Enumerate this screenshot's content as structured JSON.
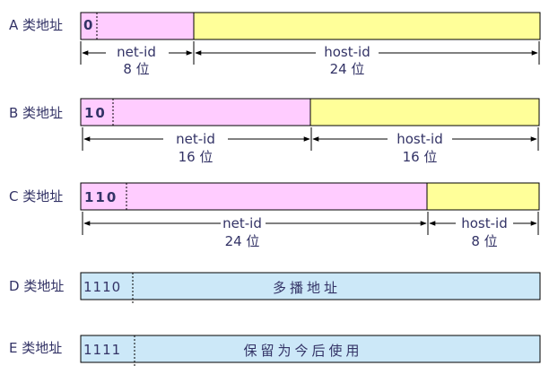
{
  "classes": [
    {
      "label": "A 类地址",
      "prefix": "0",
      "net_id_label": "net-id",
      "net_bits": "8 位",
      "host_id_label": "host-id",
      "host_bits": "24 位"
    },
    {
      "label": "B 类地址",
      "prefix": "10",
      "net_id_label": "net-id",
      "net_bits": "16 位",
      "host_id_label": "host-id",
      "host_bits": "16 位"
    },
    {
      "label": "C 类地址",
      "prefix": "110",
      "net_id_label": "net-id",
      "net_bits": "24 位",
      "host_id_label": "host-id",
      "host_bits": "8 位"
    },
    {
      "label": "D 类地址",
      "prefix": "1110",
      "field_text": "多播地址"
    },
    {
      "label": "E 类地址",
      "prefix": "1111",
      "field_text": "保留为今后使用"
    }
  ],
  "colors": {
    "net_fill": "#ffccff",
    "host_fill": "#ffff99",
    "special_fill": "#cce8f8",
    "text": "#333366",
    "border": "#000000"
  }
}
